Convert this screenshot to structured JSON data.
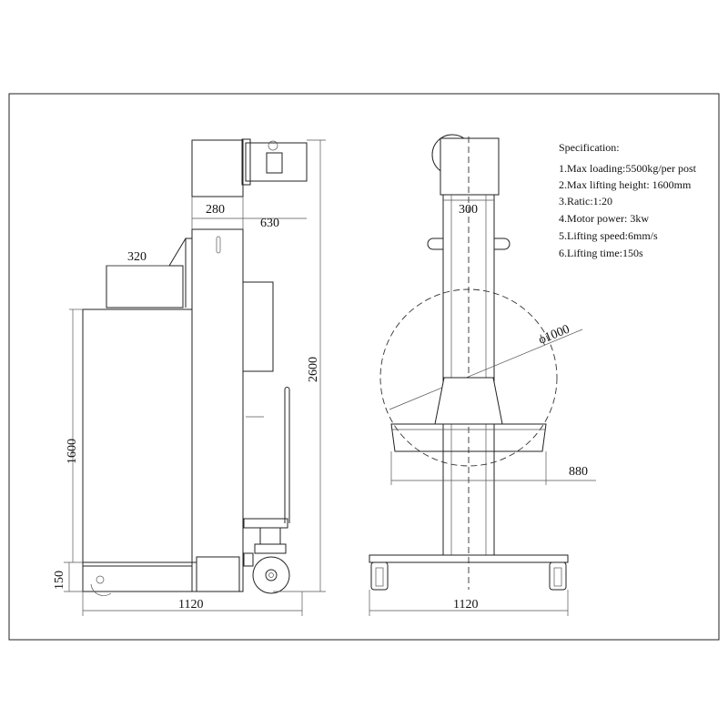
{
  "spec": {
    "heading": "Specification:",
    "items": [
      "1.Max loading:5500kg/per post",
      "2.Max lifting height: 1600mm",
      "3.Ratic:1:20",
      "4.Motor power: 3kw",
      "5.Lifting speed:6mm/s",
      "6.Lifting time:150s"
    ]
  },
  "side_view": {
    "dim_motor_width": "280",
    "dim_motor_depth": "630",
    "dim_fork_length": "320",
    "dim_total_height": "2600",
    "dim_lift_height": "1600",
    "dim_base_height": "150",
    "dim_base_length": "1120"
  },
  "front_view": {
    "dim_column_width": "300",
    "dim_wheel_diameter": "ϕ1000",
    "dim_cradle_width": "880",
    "dim_base_width": "1120"
  }
}
